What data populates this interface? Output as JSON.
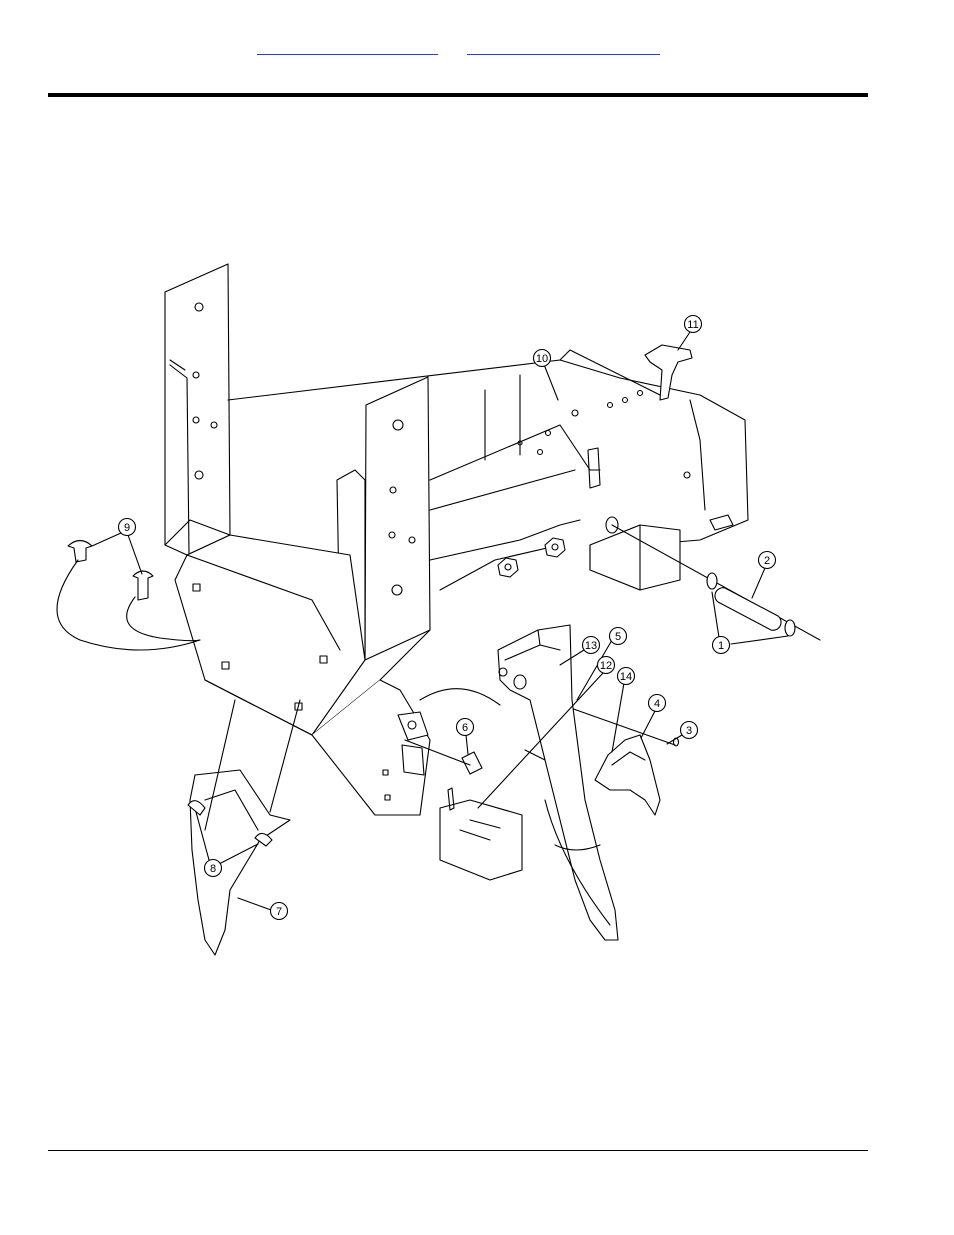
{
  "header": {
    "link_left": "",
    "link_right": ""
  },
  "diagram": {
    "callouts": [
      "1",
      "2",
      "3",
      "4",
      "5",
      "6",
      "7",
      "8",
      "9",
      "10",
      "11",
      "12",
      "13",
      "14"
    ]
  },
  "colors": {
    "link": "#2a3fd0",
    "line": "#000000"
  }
}
